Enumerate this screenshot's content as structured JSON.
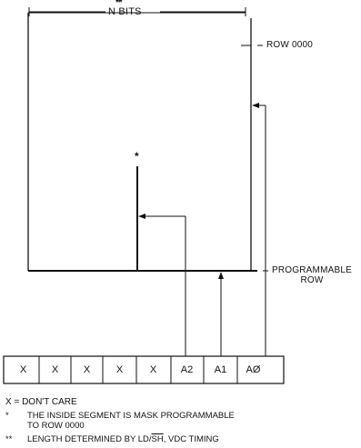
{
  "diagram": {
    "bits_label": "N BITS",
    "bits_marker": "**",
    "row_top_label": "ROW 0000",
    "row_prog_label_line1": "PROGRAMMABLE",
    "row_prog_label_line2": "ROW",
    "inside_marker": "*",
    "register_cells": [
      "X",
      "X",
      "X",
      "X",
      "X",
      "A2",
      "A1",
      "AØ"
    ]
  },
  "legend": {
    "dont_care": "X = DON'T CARE",
    "note1_marker": "*",
    "note1_line1": "THE INSIDE SEGMENT IS MASK PROGRAMMABLE",
    "note1_line2": "TO ROW 0000",
    "note2_marker": "**",
    "note2_prefix": "LENGTH DETERMINED BY LD/",
    "note2_over": "SH",
    "note2_suffix": ", VDC TIMING"
  }
}
